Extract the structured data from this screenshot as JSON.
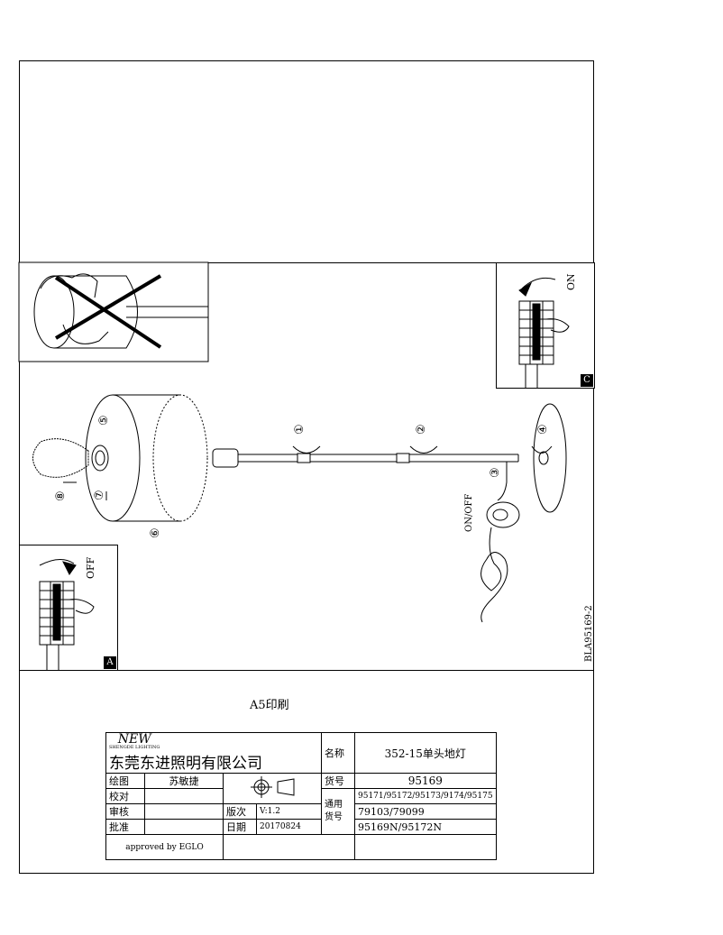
{
  "doc_code": "BLA95169-2",
  "callouts": [
    "①",
    "②",
    "③",
    "④",
    "⑤",
    "⑥",
    "⑦",
    "⑧"
  ],
  "switch_label": "ON/OFF",
  "panel_c": {
    "label": "ON",
    "badge": "C"
  },
  "panel_a": {
    "label": "OFF",
    "badge": "A"
  },
  "print_label": "A5印刷",
  "title_block": {
    "logo_text": "NEW",
    "logo_sub": "SHENGDE LIGHTING",
    "company": "东莞东进照明有限公司",
    "name_label": "名称",
    "name_value": "352-15单头地灯",
    "draw_label": "绘图",
    "drawer": "苏敏捷",
    "item_label": "货号",
    "item_value": "95169",
    "check_label": "校对",
    "common_label": "通用",
    "common_label2": "货号",
    "common_values": [
      "95171/95172/95173/9174/95175",
      "79103/79099",
      "95169N/95172N"
    ],
    "review_label": "审核",
    "version_label": "版次",
    "version_value": "V:1.2",
    "approve_label": "批准",
    "date_label": "日期",
    "date_value": "20170824",
    "approved_by": "approved by EGLO"
  }
}
